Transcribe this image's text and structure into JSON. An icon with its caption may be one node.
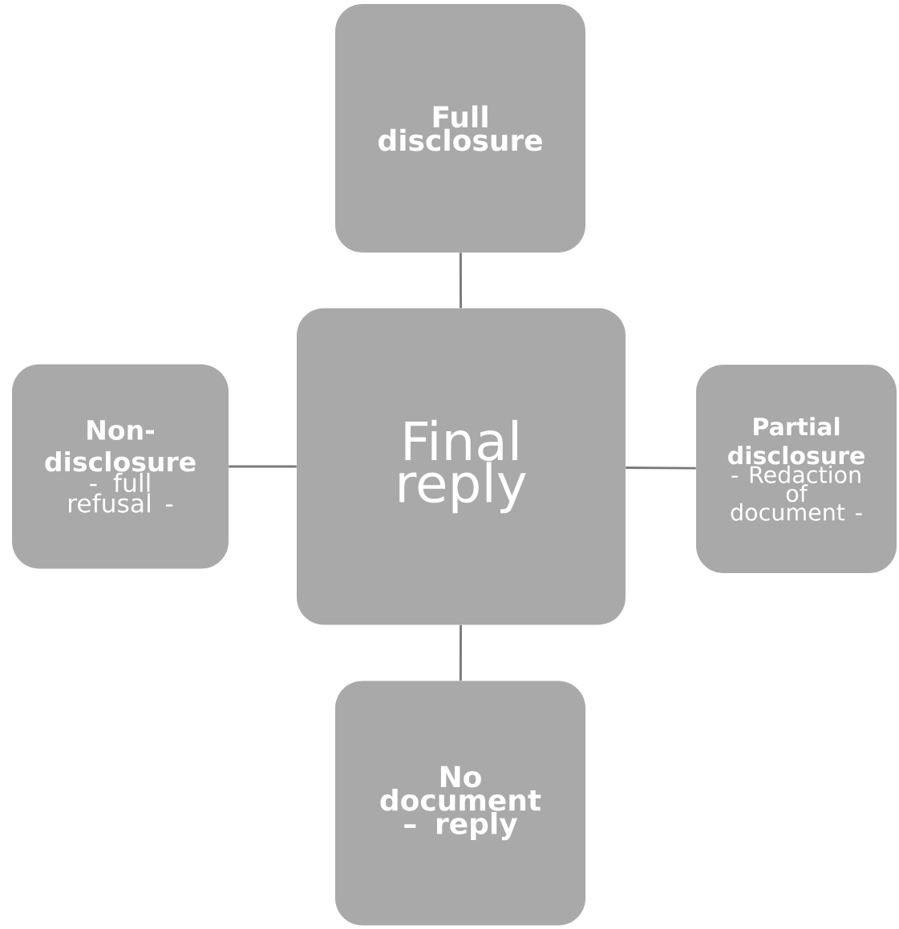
{
  "diagram": {
    "nodes": [
      {
        "text": [
          "Full disclosure"
        ]
      },
      {
        "text": [
          "Non-disclosure",
          "- full refusal -"
        ]
      },
      {
        "text": [
          "Final reply"
        ]
      },
      {
        "text": [
          "Partial disclosure",
          "- Redaction of document -"
        ]
      },
      {
        "text": [
          "No document – reply"
        ]
      }
    ],
    "edges": [
      {
        "from": 2,
        "to": 0,
        "arrow": "none"
      },
      {
        "from": 2,
        "to": 1,
        "arrow": "none"
      },
      {
        "from": 2,
        "to": 3,
        "arrow": "none"
      },
      {
        "from": 2,
        "to": 4,
        "arrow": "none"
      }
    ]
  }
}
